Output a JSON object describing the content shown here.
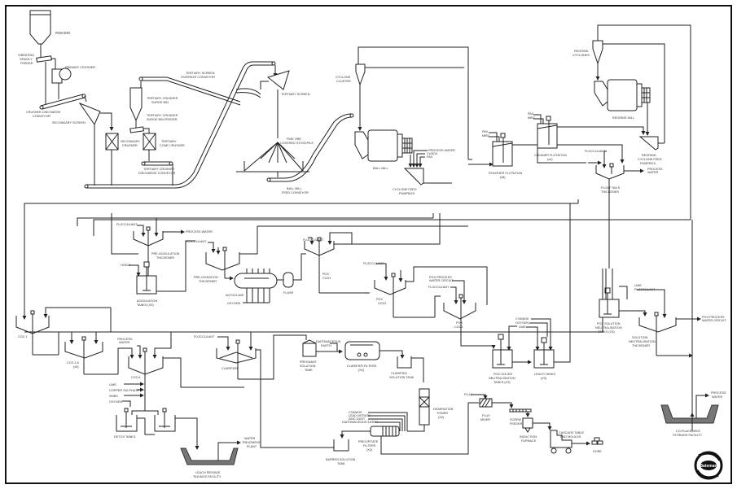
{
  "title": "Gold Ore Processing Plant Process Flow Diagram",
  "colors": {
    "line": "#222222",
    "background": "#ffffff",
    "tailings": "#777777"
  },
  "labels": {
    "rom_bin": "ROM BIN",
    "vibrating_grizzly_feeder": [
      "VIBRATING",
      "GRIZZLY",
      "FEEDER"
    ],
    "primary_crusher": "PRIMARY CRUSHER",
    "crusher_discharge_conveyor": [
      "CRUSHER DISCHARGE",
      "CONVEYOR"
    ],
    "secondary_screen": "SECONDARY SCREEN",
    "secondary_crusher": [
      "SECONDARY",
      "CRUSHER"
    ],
    "tertiary_screen_oversize_conveyor": [
      "TERTIARY SCREEN",
      "OVERSIZE CONVEYOR"
    ],
    "tertiary_crusher_surge_bin": [
      "TERTIARY CRUSHER",
      "SURGE BIN"
    ],
    "tertiary_crusher_surge_bin_feeder": [
      "TERTIARY CRUSHER",
      "SURGE BIN FEEDER"
    ],
    "tertiary_cone_crusher": [
      "TERTIARY",
      "CONE CRUSHER"
    ],
    "tertiary_crusher_discharge_conveyor": [
      "TERTIARY CRUSHER",
      "DISCHARGE CONVEYOR"
    ],
    "tertiary_screen": "TERTIARY SCREEN",
    "fine_ore_covered_stockpile": [
      "FINE ORE",
      "COVERED STOCKPILE"
    ],
    "ball_mill_feed_conveyor": [
      "BALL MILL",
      "FEED CONVEYOR"
    ],
    "cyclone_cluster": [
      "CYCLONE",
      "CLUSTER"
    ],
    "ball_mill": "BALL MILL",
    "mill_reagents": [
      "PROCESS WATER",
      "CUSO4",
      "PAX"
    ],
    "cyclone_feed_pumpbox": [
      "CYCLONE FEED",
      "PUMPBOX"
    ],
    "rougher_reagents": [
      "PAX",
      "MIBC"
    ],
    "rougher_flotation": [
      "ROUGHER FLOTATION",
      "(x8)"
    ],
    "cleaner_reagents": [
      "PAX",
      "MIBC"
    ],
    "cleaner_flotation": [
      "CLEANER FLOTATION",
      "(x4)"
    ],
    "regrind_cyclones": [
      "REGRIND",
      "CYCLONES"
    ],
    "regrind_mill": "REGRIND MILL",
    "regrind_cyclone_feed_pumpbox": [
      "REGRIND",
      "CYCLONE FEED",
      "PUMPBOX"
    ],
    "flocculant_float": "FLOCCULANT",
    "float_tails_thickener": [
      "FLOAT TAILS",
      "THICKENER"
    ],
    "process_water_float": [
      "PROCESS",
      "WATER"
    ],
    "pre_acidulation_flocculant": "FLOCCULANT",
    "process_water_preacid": "PROCESS WATER",
    "pre_acidulation_thickener": [
      "PRE-ACIDULATION",
      "THICKENER"
    ],
    "h2so4": "H2SO4",
    "acidulation_tanks": [
      "ACIDULATION",
      "TANKS (X3)"
    ],
    "pre_oxidation_flocculant": "FLOCCULANT",
    "pre_oxidation_thickener": [
      "PRE-OXIDATION",
      "THICKENER"
    ],
    "autoclave": "AUTOCLAVE",
    "oxygen_autoclave": "OXYGEN",
    "flash": "FLASH",
    "pox_ccd1_flocculant": "FLOCCULANT",
    "pox_ccd1": [
      "POX",
      "CCD1"
    ],
    "pox_ccd2_flocculant": "FLOCCULANT",
    "pox_ccd2": [
      "POX",
      "CCD2"
    ],
    "pox_process_water_circuit": [
      "POX PROCESS",
      "WATER CIRCUIT"
    ],
    "pox_ccd3_flocculant": "FLOCCULANT",
    "pox_ccd3": [
      "POX",
      "CCD3"
    ],
    "leach_reagents": [
      "CYANIDE",
      "OXYGEN",
      "LIME"
    ],
    "pox_solids_neutralisation_tanks": [
      "POX SOLIDS",
      "NEUTRALISATION",
      "TANKS (X3)"
    ],
    "leach_tanks": [
      "LEACH TANKS",
      "(X3)"
    ],
    "pox_solution_neutralisation_tanks": [
      "POX SOLUTION",
      "NEUTRALISATION",
      "TANKS (X3)"
    ],
    "sol_neut_reagents": [
      "LIME",
      "FLOCCULANT"
    ],
    "solution_neutralisation_thickener": [
      "SOLUTION",
      "NEUTRALISATION",
      "THICKENER"
    ],
    "pox_process_water_circuit_out": [
      "POX PROCESS",
      "WATER CIRCUIT"
    ],
    "ccd1": "CCD 1",
    "ccd_2_6": [
      "CCD 2-6",
      "(x5)"
    ],
    "process_water_ccd": [
      "PROCESS",
      "WATER"
    ],
    "ccd6": "CCD 6",
    "detox_reagents": [
      "LIME",
      "COPPER SULPHATE",
      "SMBS",
      "OXYGEN"
    ],
    "detox_tanks": "DETOX TANKS",
    "leach_residue_tailings": [
      "LEACH RESIDUE",
      "TAILINGS FACILITY"
    ],
    "water_treatment_plant": [
      "WATER",
      "TREATMENT",
      "PLANT"
    ],
    "clarifier_flocculant": "FLOCCULANT",
    "clarifier": "CLARIFIER",
    "pregnant_solution_tank": [
      "PREGNANT",
      "SOLUTION",
      "TANK"
    ],
    "diatomaceous_earth": [
      "DIATOMACEOUS",
      "EARTH"
    ],
    "clarifier_filters": [
      "CLARIFIER FILTERS",
      "(X2)"
    ],
    "clarified_solution_tank": [
      "CLARIFIED",
      "SOLUTION TANK"
    ],
    "deaeration_tower": [
      "DEAERATION",
      "TOWER",
      "(X2)"
    ],
    "merrill_reagents": [
      "CYANIDE",
      "LEAD NITRATE",
      "ZINC DUST",
      "DIATOMACEOUS EARTH"
    ],
    "precipitate_filters": [
      "PRECIPITATE",
      "FILTERS",
      "(X2)"
    ],
    "barren_solution_tank": [
      "BARREN SOLUTION",
      "TANK"
    ],
    "flux": "FLUX",
    "flux_mixer": [
      "FLUX",
      "MIXER"
    ],
    "screw_feeder": [
      "SCREW",
      "FEEDER"
    ],
    "induction_furnace": [
      "INDUCTION",
      "FURNACE"
    ],
    "cascade_table": [
      "CASCADE TABLE",
      "AND MOULDS"
    ],
    "dore": "DORE",
    "process_water_co": [
      "PROCESS",
      "WATER"
    ],
    "co_placement_storage": [
      "CO-PLACEMENT",
      "STORAGE FACILITY"
    ],
    "logo": "Bateman"
  }
}
